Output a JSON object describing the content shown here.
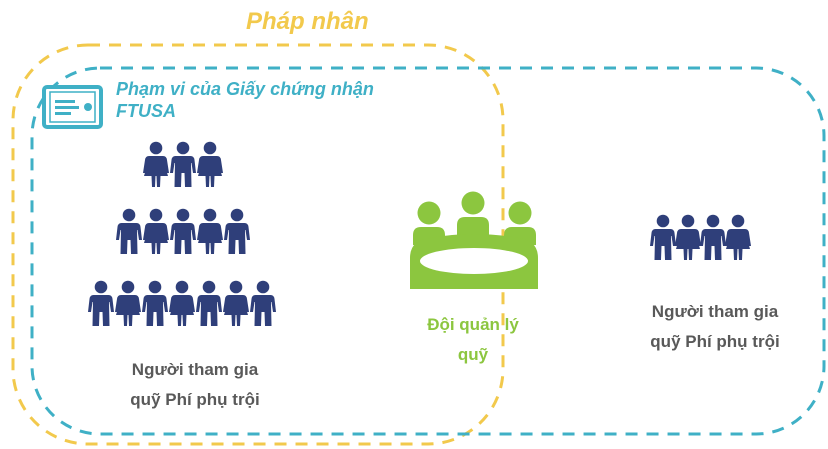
{
  "legal_entity": {
    "label": "Pháp nhân",
    "color": "#f2c94c"
  },
  "certificate_scope": {
    "label": "Phạm vi của Giấy chứng nhận FTUSA",
    "icon": "certificate-icon",
    "color": "#3fb0c6"
  },
  "groups": {
    "left_participants": {
      "label_line1": "Người tham gia",
      "label_line2": "quỹ Phí phụ trội",
      "icon": "people-icon",
      "rows": [
        3,
        5,
        7
      ]
    },
    "fund_committee": {
      "label_line1": "Đội quản lý",
      "label_line2": "quỹ",
      "icon": "meeting-table-icon",
      "color": "#8cc63f"
    },
    "right_participants": {
      "label_line1": "Người tham gia",
      "label_line2": "quỹ Phí phụ trội",
      "icon": "people-icon",
      "count": 4
    }
  },
  "colors": {
    "people": "#2f3f7a",
    "text": "#595959"
  }
}
